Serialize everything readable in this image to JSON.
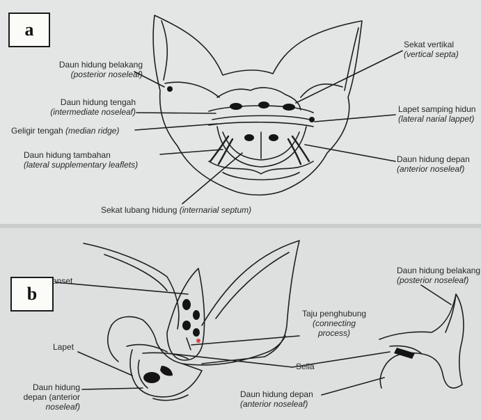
{
  "panel_a": {
    "tag": "a",
    "labels": {
      "posterior_id": "Daun hidung belakang",
      "posterior_en": "(posterior noseleaf)",
      "intermediate_id": "Daun hidung tengah",
      "intermediate_en": "(intermediate noseleaf)",
      "median_id": "Geligir tengah ",
      "median_en": "(median ridge)",
      "supplementary_id": "Daun hidung tambahan",
      "supplementary_en": "(lateral supplementary leaflets)",
      "septum_id": "Sekat lubang hidung ",
      "septum_en": "(internarial septum)",
      "vertical_id": "Sekat vertikal",
      "vertical_en": "(vertical septa)",
      "lappet_id": "Lapet samping hidun",
      "lappet_en": "(lateral narial lappet)",
      "anterior_id": "Daun hidung depan",
      "anterior_en": "(anterior noseleaf)"
    }
  },
  "panel_b": {
    "tag": "b",
    "labels": {
      "lanset": "anset",
      "lapet": "Lapet",
      "anterior_id": "Daun hidung",
      "anterior_id2": "depan (anterior",
      "anterior_en": "noseleaf)",
      "connecting_id": "Taju penghubung",
      "connecting_en1": "(connecting",
      "connecting_en2": "process)",
      "sella": "Sella",
      "anterior2_id": "Daun hidung depan",
      "anterior2_en": "(anterior noseleaf)",
      "posterior_id": "Daun hidung belakang",
      "posterior_en": "(posterior noseleaf)"
    }
  }
}
